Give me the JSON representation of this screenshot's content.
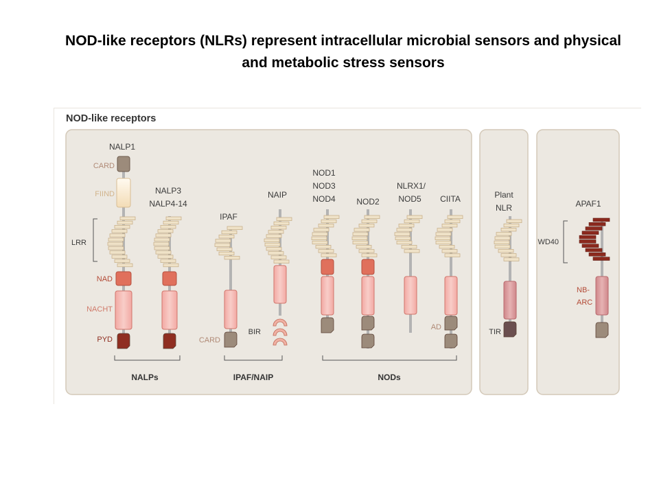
{
  "slide": {
    "title_line1": "NOD-like receptors (NLRs) represent  intracellular microbial sensors and physical",
    "title_line2": "and metabolic stress sensors"
  },
  "figure": {
    "heading": "NOD-like receptors",
    "proteins": {
      "nalp1": "NALP1",
      "nalp3": [
        "NALP3",
        "NALP4-14"
      ],
      "ipaf": "IPAF",
      "naip": "NAIP",
      "nod1": [
        "NOD1",
        "NOD3",
        "NOD4"
      ],
      "nod2": "NOD2",
      "nlrx1": [
        "NLRX1/",
        "NOD5"
      ],
      "ciita": "CIITA",
      "plant": [
        "Plant",
        "NLR"
      ],
      "apaf1": "APAF1"
    },
    "domains": {
      "card": "CARD",
      "fiind": "FIIND",
      "lrr": "LRR",
      "nad": "NAD",
      "nacht": "NACHT",
      "pyd": "PYD",
      "card2": "CARD",
      "bir": "BIR",
      "ad": "AD",
      "tir": "TIR",
      "wd40": "WD40",
      "nbarc": [
        "NB-",
        "ARC"
      ]
    },
    "groups": {
      "nalps": "NALPs",
      "ipaf_naip": "IPAF/NAIP",
      "nods": "NODs"
    },
    "colors": {
      "panel_bg": "#ece8e1",
      "panel_border": "#d3c8b8",
      "stalk": "#b3b3b3",
      "lrr_fill": "#efe2c8",
      "lrr_stroke": "#c4ab83",
      "nad": "#e0705c",
      "nacht": "#f4b6b0",
      "pyd": "#8f2e21",
      "card": "#9c8b7b",
      "fiind": "#f5e6cc",
      "tir": "#6b4f4f",
      "tir_region": "#d89a9c",
      "wd40": "#8c2a1e",
      "label_red": "#b34a36",
      "label_card": "#b08a76",
      "text_dark": "#3a3a3a"
    }
  }
}
